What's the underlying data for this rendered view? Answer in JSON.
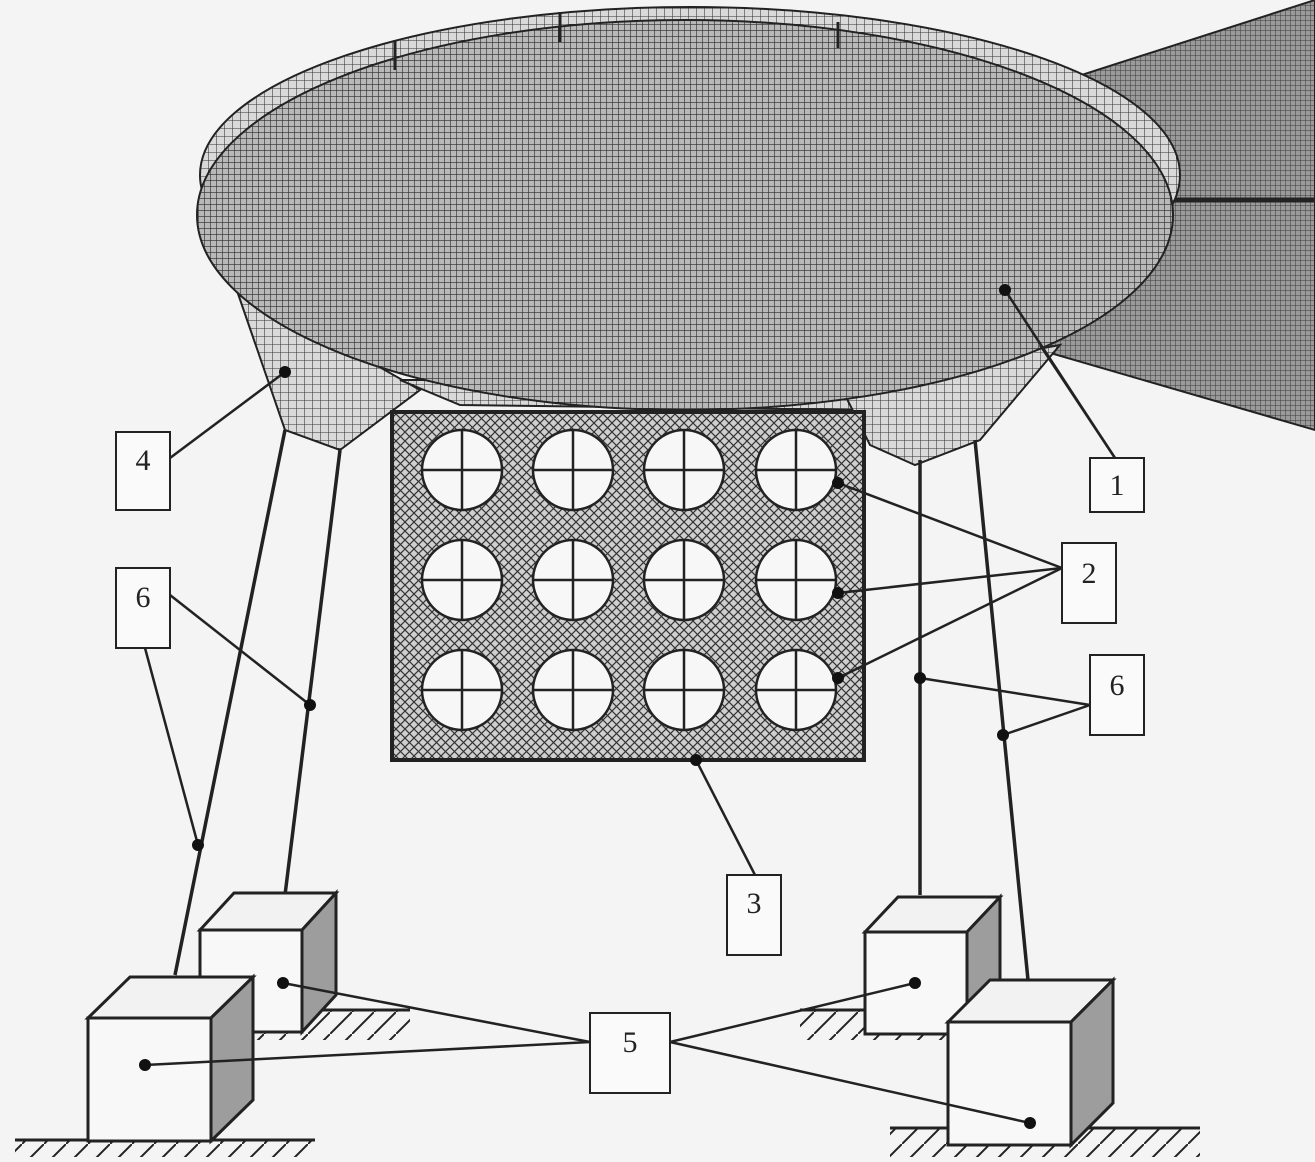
{
  "diagram": {
    "labels": {
      "airship_hull": "1",
      "solar_panels": "2",
      "panel_frame": "3",
      "gondola_skirt": "4",
      "ground_anchors": "5",
      "tether_cables_left": "6",
      "tether_cables_right": "6"
    }
  }
}
